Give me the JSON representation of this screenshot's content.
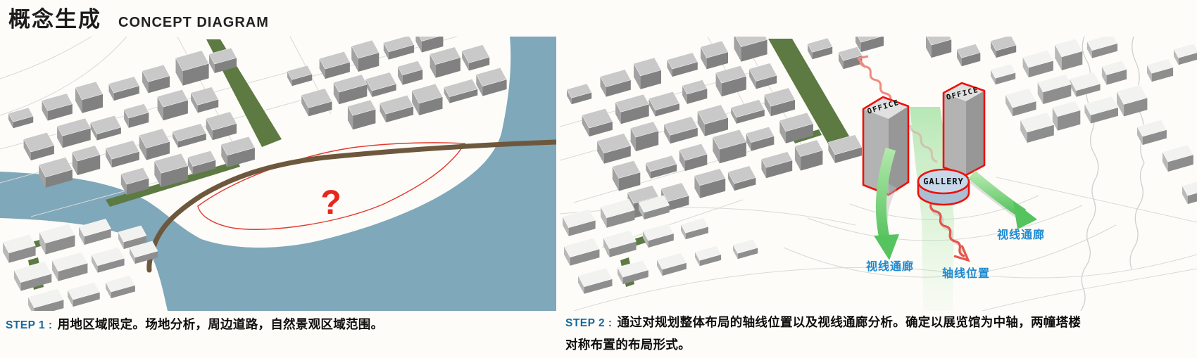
{
  "header": {
    "title_zh": "概念生成",
    "title_en": "CONCEPT DIAGRAM"
  },
  "colors": {
    "accent_red": "#e8261c",
    "wave_red": "#e4564b",
    "wave_pink": "#ef8b7e",
    "label_blue": "#1d8ad2",
    "step_blue": "#17699c",
    "river": "#7fa8ba",
    "lake": "#dfe8ec",
    "green": "#5c7a42",
    "road": "#6d583e",
    "arrow_green": "#55c35e"
  },
  "panels": {
    "step1": {
      "label": "STEP 1 :",
      "caption": "用地区域限定。场地分析，周边道路，自然景观区域范围。",
      "question_mark": "?"
    },
    "step2": {
      "label": "STEP 2 :",
      "caption": "通过对规划整体布局的轴线位置以及视线通廊分析。确定以展览馆为中轴，两幢塔楼对称布置的布局形式。",
      "labels": {
        "office_left": "OFFICE",
        "office_right": "OFFICE",
        "gallery": "GALLERY",
        "sight_left": "视线通廊",
        "sight_right": "视线通廊",
        "axis": "轴线位置"
      }
    }
  }
}
